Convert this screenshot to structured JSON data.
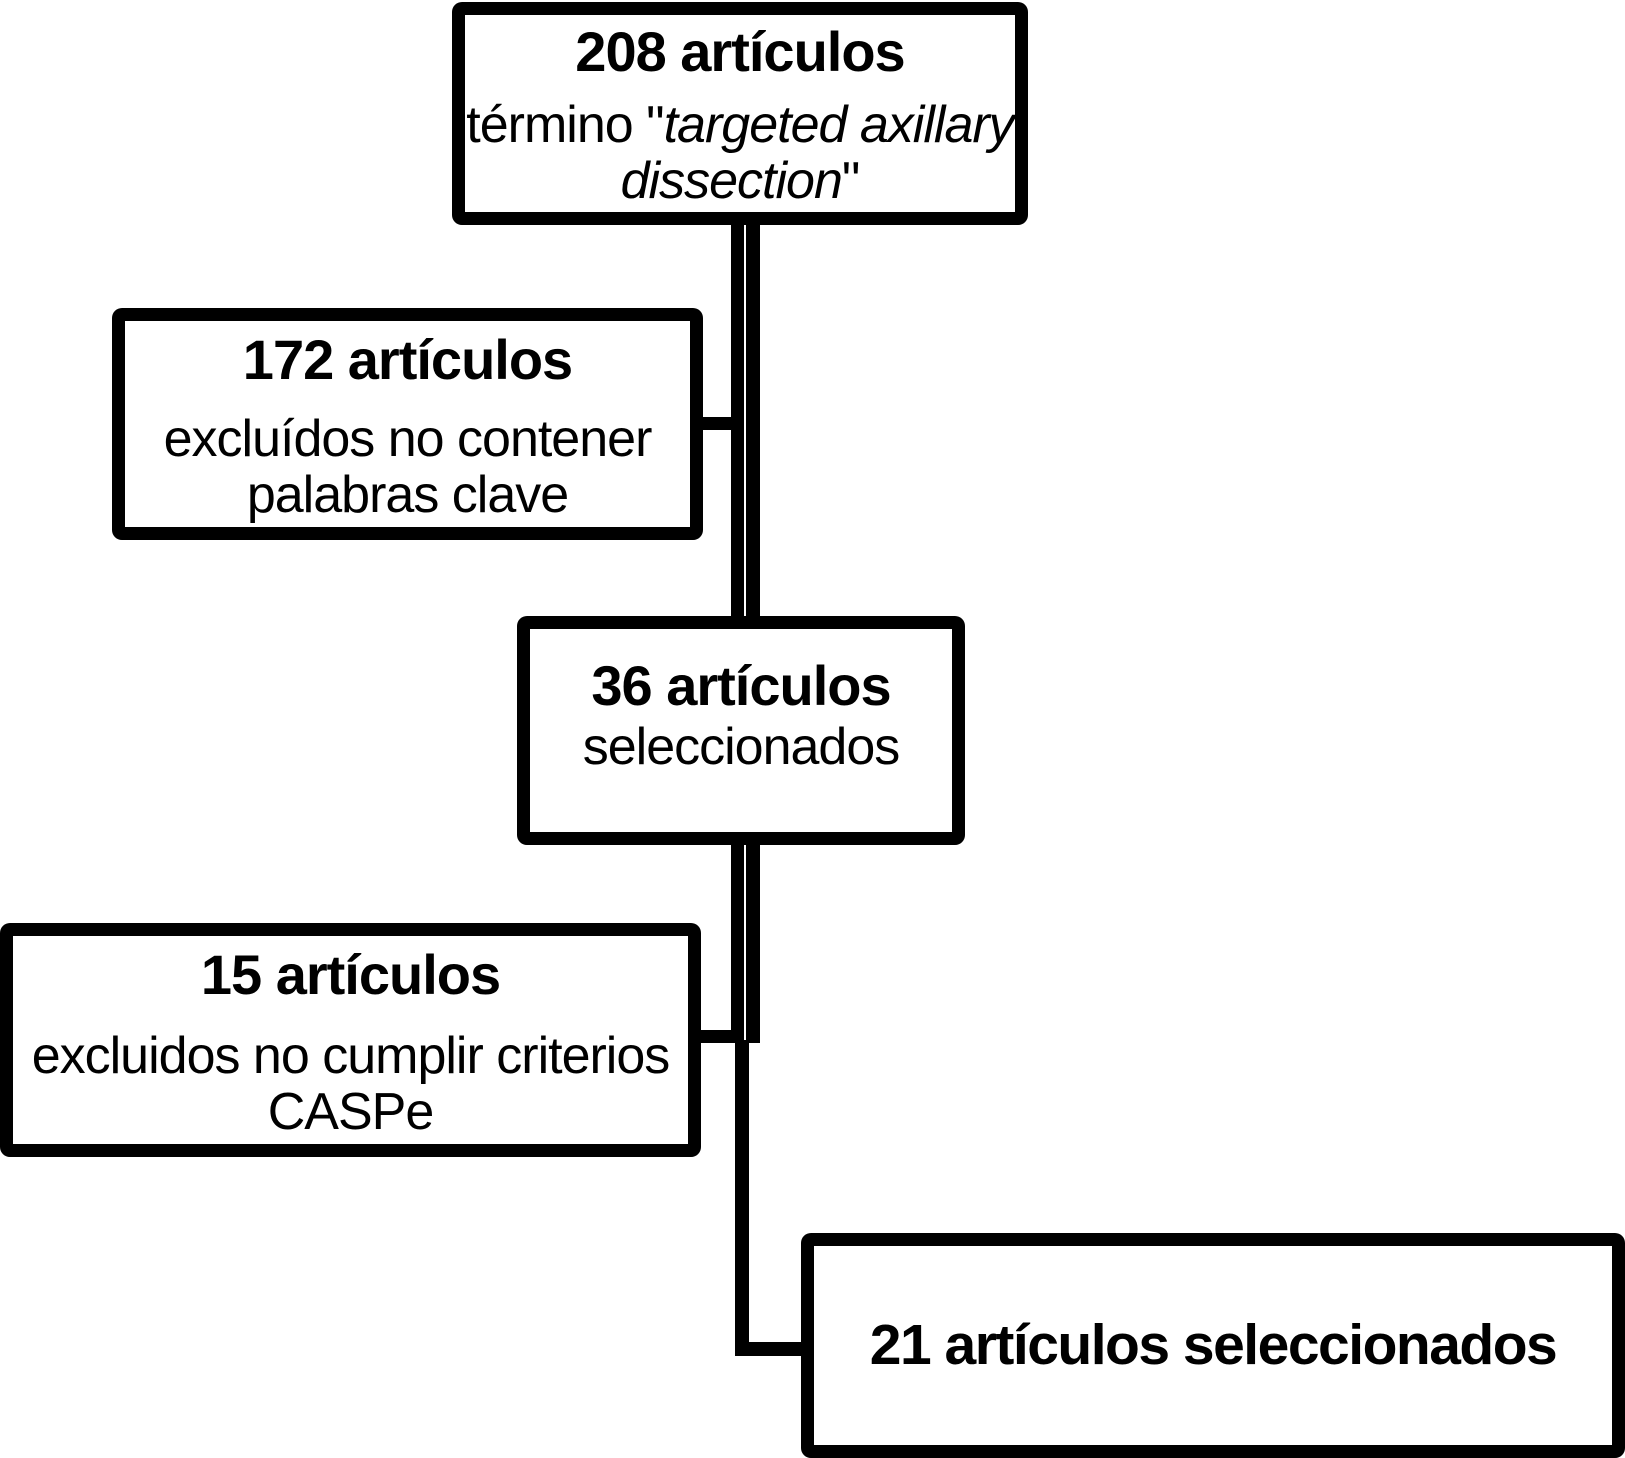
{
  "colors": {
    "background": "#ffffff",
    "line": "#000000",
    "text": "#000000"
  },
  "flowchart": {
    "nodes": [
      {
        "id": "articles-208",
        "title": "208 artículos",
        "desc_segments": {
          "pre": "término \"",
          "italic_a": "targeted axillary",
          "italic_b": "dissection",
          "post": "\""
        }
      },
      {
        "id": "articles-172-excluded",
        "title": "172 artículos",
        "desc_lines": [
          "excluídos no contener",
          "palabras clave"
        ]
      },
      {
        "id": "articles-36-selected",
        "title": "36 artículos",
        "desc_lines": [
          "seleccionados"
        ]
      },
      {
        "id": "articles-15-excluded",
        "title": "15 artículos",
        "desc_lines": [
          "excluidos no cumplir criterios",
          "CASPe"
        ]
      },
      {
        "id": "articles-21-selected",
        "title": "21 artículos seleccionados",
        "desc_lines": []
      }
    ]
  }
}
